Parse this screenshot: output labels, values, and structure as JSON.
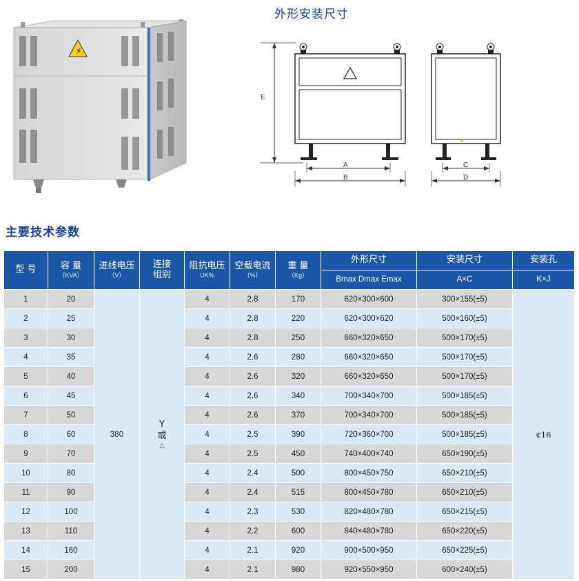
{
  "diagram": {
    "title": "外形安装尺寸",
    "labels": {
      "E": "E",
      "A": "A",
      "B": "B",
      "C": "C",
      "D": "D"
    }
  },
  "section_title": "主要技术参数",
  "table": {
    "headers": {
      "model": "型  号",
      "capacity": "容  量",
      "capacity_unit": "（KVA）",
      "input_voltage": "进线电压",
      "input_voltage_unit": "（V）",
      "connection": "连接",
      "connection2": "组别",
      "impedance": "阻抗电压",
      "impedance_unit": "UK%",
      "noload": "空载电流",
      "noload_unit": "（%）",
      "weight": "重  量",
      "weight_unit": "（Kg）",
      "outline": "外形尺寸",
      "outline_sub": "Bmax  Dmax  Emax",
      "install": "安装尺寸",
      "install_sub": "A×C",
      "hole": "安装孔",
      "hole_sub": "K×J"
    },
    "merged": {
      "input_voltage": "380",
      "connection_main": "Y",
      "connection_or": "或",
      "connection_sub": "△",
      "hole": "¢16"
    },
    "rows": [
      {
        "no": "1",
        "kva": "20",
        "uk": "4",
        "i0": "2.8",
        "kg": "170",
        "outline": "620×300×600",
        "install": "300×155(±5)"
      },
      {
        "no": "2",
        "kva": "25",
        "uk": "4",
        "i0": "2.8",
        "kg": "220",
        "outline": "620×300×620",
        "install": "500×160(±5)"
      },
      {
        "no": "3",
        "kva": "30",
        "uk": "4",
        "i0": "2.8",
        "kg": "250",
        "outline": "660×320×650",
        "install": "500×170(±5)"
      },
      {
        "no": "4",
        "kva": "35",
        "uk": "4",
        "i0": "2.6",
        "kg": "280",
        "outline": "660×320×650",
        "install": "500×170(±5)"
      },
      {
        "no": "5",
        "kva": "40",
        "uk": "4",
        "i0": "2.6",
        "kg": "320",
        "outline": "660×320×650",
        "install": "500×170(±5)"
      },
      {
        "no": "6",
        "kva": "45",
        "uk": "4",
        "i0": "2.6",
        "kg": "340",
        "outline": "700×340×700",
        "install": "500×185(±5)"
      },
      {
        "no": "7",
        "kva": "50",
        "uk": "4",
        "i0": "2.6",
        "kg": "370",
        "outline": "700×340×700",
        "install": "500×185(±5)"
      },
      {
        "no": "8",
        "kva": "60",
        "uk": "4",
        "i0": "2.5",
        "kg": "390",
        "outline": "720×360×700",
        "install": "500×185(±5)"
      },
      {
        "no": "9",
        "kva": "70",
        "uk": "4",
        "i0": "2.5",
        "kg": "450",
        "outline": "740×400×740",
        "install": "650×190(±5)"
      },
      {
        "no": "10",
        "kva": "80",
        "uk": "4",
        "i0": "2.4",
        "kg": "500",
        "outline": "800×450×750",
        "install": "650×210(±5)"
      },
      {
        "no": "11",
        "kva": "90",
        "uk": "4",
        "i0": "2.4",
        "kg": "515",
        "outline": "800×450×780",
        "install": "650×210(±5)"
      },
      {
        "no": "12",
        "kva": "100",
        "uk": "4",
        "i0": "2.3",
        "kg": "530",
        "outline": "820×480×780",
        "install": "650×215(±5)"
      },
      {
        "no": "13",
        "kva": "110",
        "uk": "4",
        "i0": "2.2",
        "kg": "600",
        "outline": "840×480×780",
        "install": "650×220(±5)"
      },
      {
        "no": "14",
        "kva": "160",
        "uk": "4",
        "i0": "2.1",
        "kg": "920",
        "outline": "900×500×950",
        "install": "650×225(±5)"
      },
      {
        "no": "15",
        "kva": "200",
        "uk": "4",
        "i0": "2.1",
        "kg": "980",
        "outline": "920×550×950",
        "install": "600×240(±5)"
      }
    ]
  },
  "colors": {
    "header_blue": "#1b57a6",
    "title_blue": "#1b3f8f",
    "row_gray": "#d7d8d9",
    "row_blue": "#d9e9f6"
  }
}
